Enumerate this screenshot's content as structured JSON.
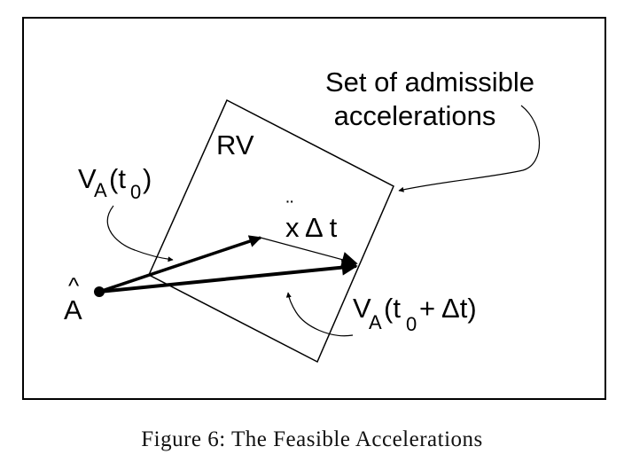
{
  "labels": {
    "set_line1": "Set of admissible",
    "set_line2": "accelerations",
    "rv": "RV",
    "va_t0": {
      "base": "V",
      "sub_a": "A",
      "open": "(t",
      "sub_0": "0",
      "close": ")"
    },
    "xdt": {
      "x": "x",
      "dots": "¨",
      "delta_t": "Δ t"
    },
    "va_t0_dt": {
      "base": "V",
      "sub_a": "A",
      "open": "(t",
      "sub_0": "0",
      "rest": "+ Δt)"
    },
    "a_hat": {
      "letter": "A",
      "hat": "^"
    }
  },
  "caption": "Figure 6: The Feasible Accelerations"
}
